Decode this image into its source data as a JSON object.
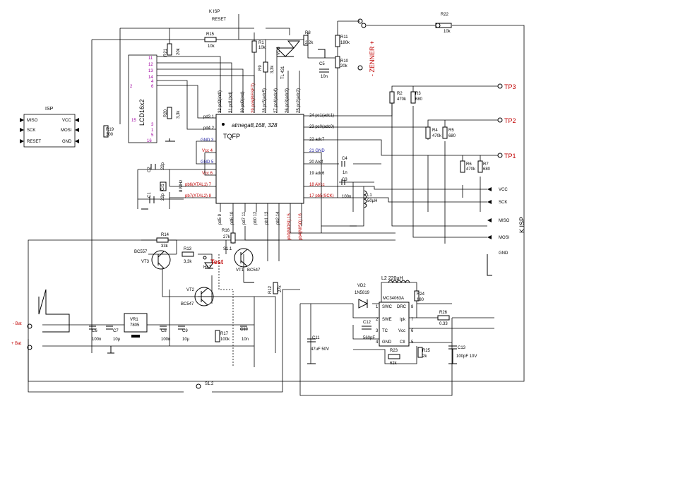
{
  "colors": {
    "red": "#c00000",
    "blue": "#1a1aa0",
    "magenta": "#a000a0",
    "wire": "#000000"
  },
  "isp_box": {
    "title": "ISP",
    "left_pins": [
      "MISO",
      "SCK",
      "RESET"
    ],
    "right_pins": [
      "VCC",
      "MOSI",
      "GND"
    ]
  },
  "lcd": {
    "name": "LCD16x2",
    "pins_left_top": [
      "11",
      "12",
      "13",
      "14",
      "4",
      "6"
    ],
    "pin_2": "2",
    "pin_15": "15",
    "pins_bottom": [
      "3",
      "1",
      "5"
    ],
    "pin_16": "16"
  },
  "mcu": {
    "name": "atmega8,168, 328",
    "package": "TQFP",
    "top_pins": [
      "32 pd2(int0)",
      "31 pd1(txd)",
      "30 pd0(rxd)",
      "29 pc6(RESET)",
      "28 pc5(adc5)",
      "27 pc4(adc4)",
      "26 pc3(adc3)",
      "25 pc2(adc2)"
    ],
    "left_pins": [
      "pd3 1",
      "pd4 2",
      "GND 3",
      "Vcc 4",
      "GND 5",
      "Vcc 6",
      "pb6(XTAL1) 7",
      "pb7(XTAL2) 8"
    ],
    "right_pins": [
      "24 pc1(adc1)",
      "23 pc0(adc0)",
      "22 adc7",
      "21 GND",
      "20 Aref",
      "19 adc6",
      "18 AVcc",
      "17 pb5(SCK)"
    ],
    "bottom_pins": [
      "pd5 9",
      "pd6 10",
      "pd7 11",
      "pb0 12",
      "pb1 13",
      "pb2 14",
      "pb3(MOSI) 15",
      "pb4(MISO) 16"
    ]
  },
  "top_labels": {
    "kisp": "K ISP",
    "reset": "RESET",
    "zener": "- ZENNER +"
  },
  "components": {
    "r15": [
      "R15",
      "10k"
    ],
    "r1": [
      "R1",
      "10k"
    ],
    "r8": [
      "R8",
      "2,2k"
    ],
    "r9": [
      "R9",
      "3,3k"
    ],
    "vd3": [
      "VD3",
      "TL 431"
    ],
    "r11": [
      "R11",
      "180k"
    ],
    "r10": [
      "R10",
      "20k"
    ],
    "c5": [
      "C5",
      "10n"
    ],
    "r22": [
      "R22",
      "10k"
    ],
    "r21": [
      "R21",
      "20k"
    ],
    "r20": [
      "R20",
      "3,3k"
    ],
    "r19": [
      "R19",
      "300"
    ],
    "r2": [
      "R2",
      "470k"
    ],
    "r3": [
      "R3",
      "680"
    ],
    "r4": [
      "R4",
      "470k"
    ],
    "r5": [
      "R5",
      "680"
    ],
    "r6": [
      "R6",
      "470k"
    ],
    "r7": [
      "R7",
      "680"
    ],
    "c2": [
      "C2",
      "22p"
    ],
    "c1": [
      "C1",
      "22p"
    ],
    "cr1": [
      "Cr1",
      "8 MHz"
    ],
    "c4": [
      "C4",
      "1n"
    ],
    "c3": [
      "C3",
      "100n"
    ],
    "l1": [
      "L1",
      "50µH"
    ],
    "r16": [
      "R16",
      "27k"
    ],
    "r14": [
      "R14",
      "33k"
    ],
    "r13": [
      "R13",
      "3,3k"
    ],
    "vt3": [
      "BC557",
      "VT3"
    ],
    "s11": "S1.1",
    "hl1": "HL1",
    "vt1": [
      "VT1",
      "BC547"
    ],
    "vt2": [
      "VT2",
      "BC547"
    ],
    "r12": [
      "R12",
      "27k"
    ],
    "r17": [
      "R17",
      "100k"
    ],
    "c10": [
      "C10",
      "10n"
    ],
    "c6": [
      "C6",
      "100n"
    ],
    "c7": [
      "C7",
      "10µ"
    ],
    "vr1": [
      "VR1",
      "7805"
    ],
    "c8": [
      "C8",
      "100n"
    ],
    "c9": [
      "C9",
      "10µ"
    ],
    "s12": "S1.2",
    "l2": "L2  220µH",
    "vd2": [
      "VD2",
      "1N5819"
    ],
    "r24": [
      "R24",
      "180"
    ],
    "mc": "MC34063A",
    "r26": [
      "R26",
      "0.33"
    ],
    "c12": [
      "C12",
      "560pF"
    ],
    "c11": [
      "C11",
      "47uF 50V"
    ],
    "r23": [
      "R23",
      "62k"
    ],
    "r25": [
      "R25",
      "2k"
    ],
    "c13": [
      "C13",
      "100pF 10V"
    ],
    "mc_pins": [
      "SWC",
      "SWE",
      "TC",
      "GND",
      "DRC",
      "Ipk",
      "Vcc",
      "CII"
    ],
    "mc_pin_nums": [
      "1",
      "2",
      "3",
      "4",
      "8",
      "7",
      "6",
      "5"
    ]
  },
  "test_label": "Test",
  "tp_labels": [
    "TP3",
    "TP2",
    "TP1"
  ],
  "right_signals": [
    "VCC",
    "SCK",
    "MISO",
    "MOSI",
    "GND"
  ],
  "right_title": "K ISP",
  "bat_labels": [
    "- Bat",
    "+ Bat"
  ]
}
